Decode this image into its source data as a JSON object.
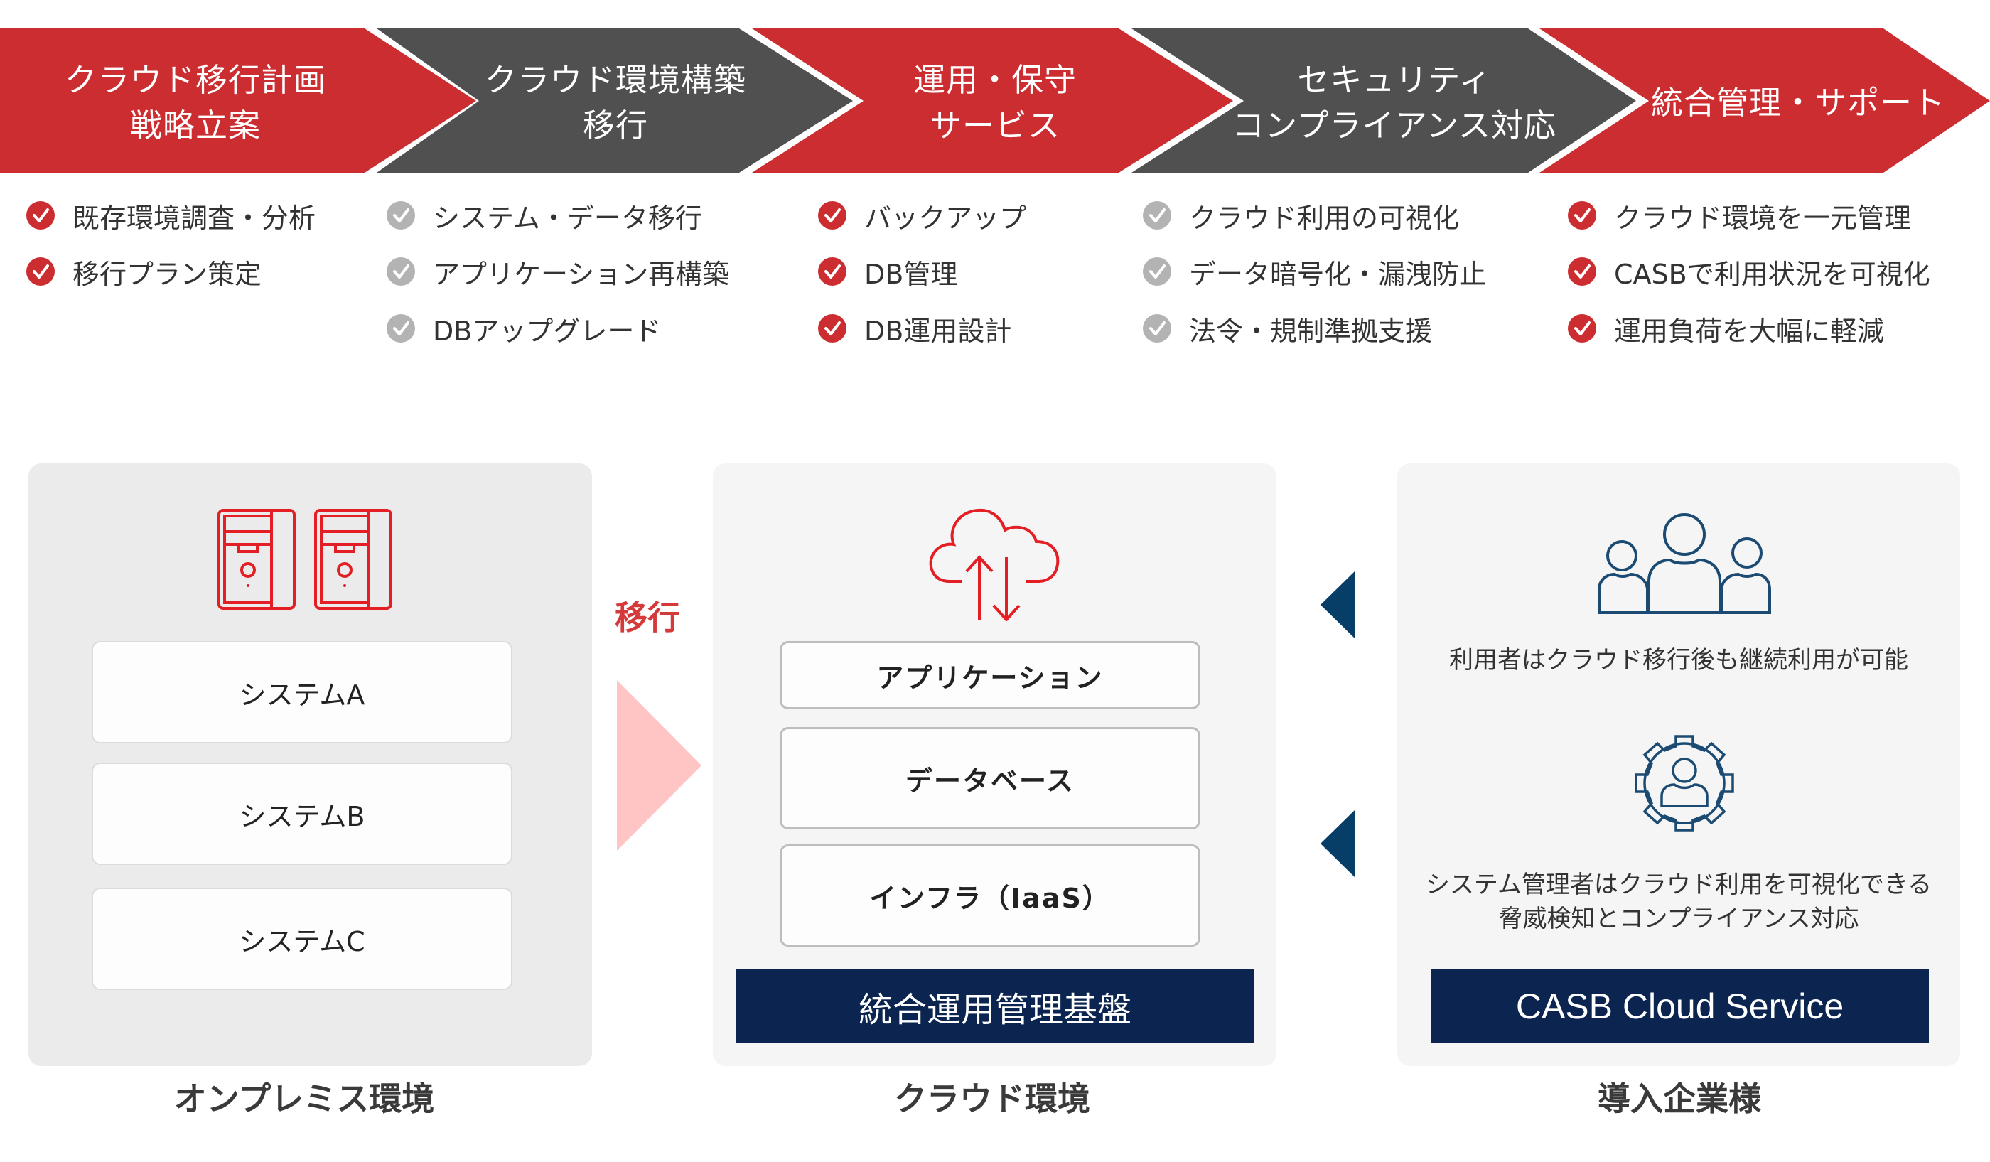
{
  "colors": {
    "red": "#cc2d30",
    "dark_gray": "#505050",
    "check_gray": "#b3b3b3",
    "navy": "#0b2550",
    "arrow_blue": "#073e68",
    "arrow_pink": "#ffc4c4",
    "panel_onprem": "#ebebeb",
    "panel_light": "#f5f5f5"
  },
  "steps": [
    {
      "title": "クラウド移行計画\n戦略立案",
      "color": "red",
      "items": [
        {
          "label": "既存環境調査・分析",
          "check": "red"
        },
        {
          "label": "移行プラン策定",
          "check": "red"
        }
      ]
    },
    {
      "title": "クラウド環境構築\n移行",
      "color": "dark_gray",
      "items": [
        {
          "label": "システム・データ移行",
          "check": "gray"
        },
        {
          "label": "アプリケーション再構築",
          "check": "gray"
        },
        {
          "label": "DBアップグレード",
          "check": "gray"
        }
      ]
    },
    {
      "title": "運用・保守\nサービス",
      "color": "red",
      "items": [
        {
          "label": "バックアップ",
          "check": "red"
        },
        {
          "label": "DB管理",
          "check": "red"
        },
        {
          "label": "DB運用設計",
          "check": "red"
        }
      ]
    },
    {
      "title": "セキュリティ\nコンプライアンス対応",
      "color": "dark_gray",
      "items": [
        {
          "label": "クラウド利用の可視化",
          "check": "gray"
        },
        {
          "label": "データ暗号化・漏洩防止",
          "check": "gray"
        },
        {
          "label": "法令・規制準拠支援",
          "check": "gray"
        }
      ]
    },
    {
      "title": "統合管理・サポート",
      "color": "red",
      "items": [
        {
          "label": "クラウド環境を一元管理",
          "check": "red"
        },
        {
          "label": "CASBで利用状況を可視化",
          "check": "red"
        },
        {
          "label": "運用負荷を大幅に軽減",
          "check": "red"
        }
      ]
    }
  ],
  "onprem": {
    "caption": "オンプレミス環境",
    "icon": "server-tower-icon",
    "systems": [
      "システムA",
      "システムB",
      "システムC"
    ]
  },
  "migration": {
    "label": "移行"
  },
  "cloud": {
    "caption": "クラウド環境",
    "icon": "cloud-upload-download-icon",
    "layers": [
      "アプリケーション",
      "データベース",
      "インフラ（IaaS）"
    ],
    "platform": "統合運用管理基盤"
  },
  "customer": {
    "caption": "導入企業様",
    "users_icon": "users-group-icon",
    "users_text": "利用者はクラウド移行後も継続利用が可能",
    "admin_icon": "gear-user-icon",
    "admin_text": "システム管理者はクラウド利用を可視化できる\n脅威検知とコンプライアンス対応",
    "service": "CASB Cloud Service"
  }
}
